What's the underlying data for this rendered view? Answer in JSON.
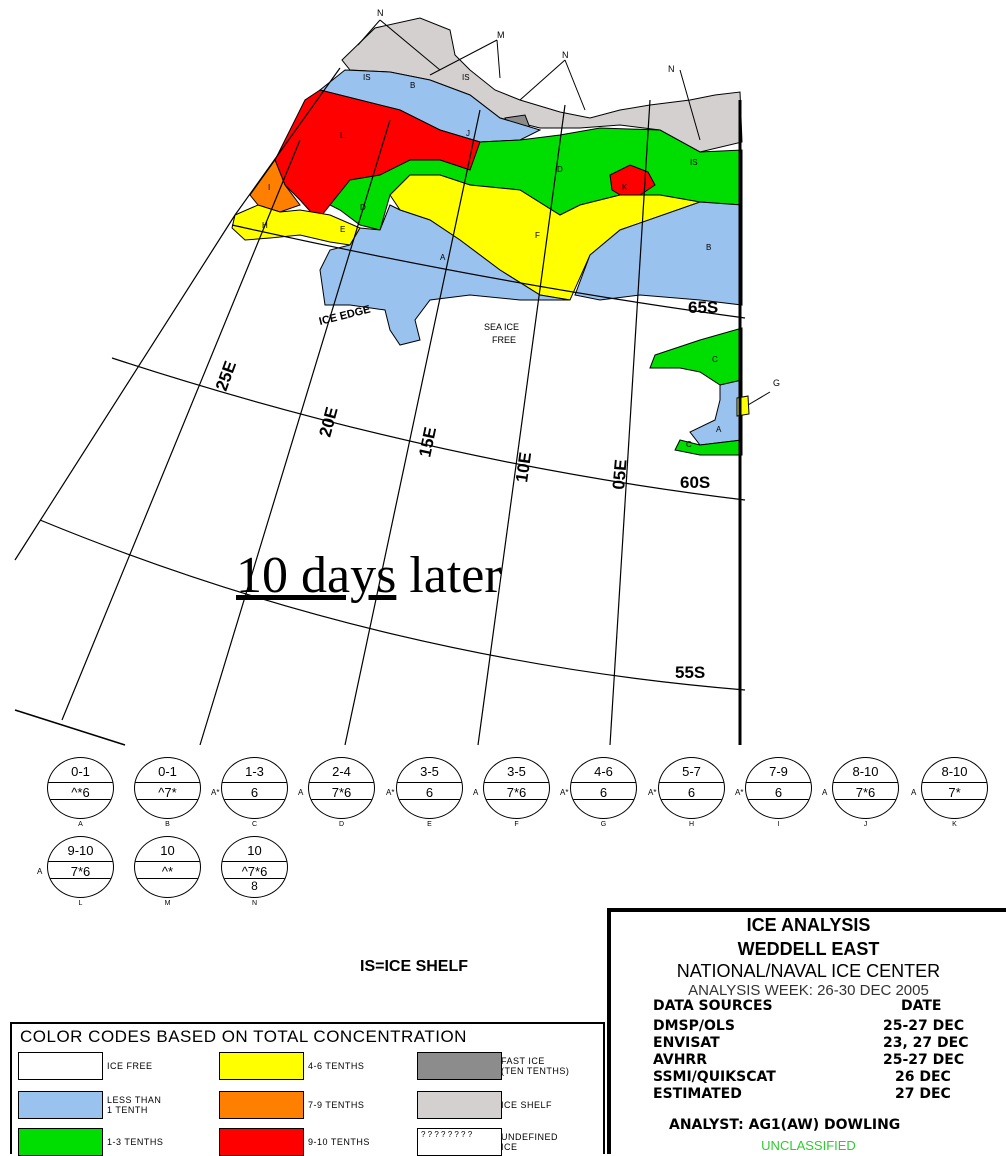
{
  "overlay": {
    "part1": "10 days",
    "part2": " later"
  },
  "map": {
    "longitude_labels": [
      "25E",
      "20E",
      "15E",
      "10E",
      "05E"
    ],
    "latitude_labels": [
      "65S",
      "60S",
      "55S"
    ],
    "annotations": {
      "ice_edge": "ICE EDGE",
      "sea_ice_free_1": "SEA ICE",
      "sea_ice_free_2": "FREE",
      "callout_n": "N",
      "callout_m": "M",
      "callout_g": "G",
      "is": "IS"
    },
    "region_letters": [
      "L",
      "J",
      "B",
      "I",
      "H",
      "D",
      "E",
      "A",
      "F",
      "D",
      "K",
      "B",
      "C",
      "A",
      "C"
    ]
  },
  "egg_codes": [
    {
      "top": "0-1",
      "mid": "^*6",
      "pref": "",
      "extra": "",
      "letter": "A"
    },
    {
      "top": "0-1",
      "mid": "^7*",
      "pref": "",
      "extra": "",
      "letter": "B"
    },
    {
      "top": "1-3",
      "mid": "6",
      "pref": "A*",
      "extra": "",
      "letter": "C"
    },
    {
      "top": "2-4",
      "mid": "7*6",
      "pref": "A",
      "extra": "",
      "letter": "D"
    },
    {
      "top": "3-5",
      "mid": "6",
      "pref": "A*",
      "extra": "",
      "letter": "E"
    },
    {
      "top": "3-5",
      "mid": "7*6",
      "pref": "A",
      "extra": "",
      "letter": "F"
    },
    {
      "top": "4-6",
      "mid": "6",
      "pref": "A*",
      "extra": "",
      "letter": "G"
    },
    {
      "top": "5-7",
      "mid": "6",
      "pref": "A*",
      "extra": "",
      "letter": "H"
    },
    {
      "top": "7-9",
      "mid": "6",
      "pref": "A*",
      "extra": "",
      "letter": "I"
    },
    {
      "top": "8-10",
      "mid": "7*6",
      "pref": "A",
      "extra": "",
      "letter": "J"
    },
    {
      "top": "8-10",
      "mid": "7*",
      "pref": "A",
      "extra": "",
      "letter": "K"
    },
    {
      "top": "9-10",
      "mid": "7*6",
      "pref": "A",
      "extra": "",
      "letter": "L"
    },
    {
      "top": "10",
      "mid": "^*",
      "pref": "",
      "extra": "",
      "letter": "M"
    },
    {
      "top": "10",
      "mid": "^7*6",
      "pref": "",
      "extra": "8",
      "letter": "N"
    }
  ],
  "is_label": "IS=ICE SHELF",
  "info": {
    "title1": "ICE ANALYSIS",
    "title2": "WEDDELL EAST",
    "center": "NATIONAL/NAVAL ICE CENTER",
    "week": "ANALYSIS WEEK:  26-30 DEC 2005",
    "ds_header": "DATA SOURCES",
    "date_header": "DATE",
    "sources": [
      {
        "name": "DMSP/OLS",
        "date": "25-27 DEC"
      },
      {
        "name": "ENVISAT",
        "date": "23, 27 DEC"
      },
      {
        "name": "AVHRR",
        "date": "25-27 DEC"
      },
      {
        "name": "SSMI/QUIKSCAT",
        "date": "26 DEC"
      },
      {
        "name": "ESTIMATED",
        "date": "27 DEC"
      }
    ],
    "analyst": "ANALYST:  AG1(AW) DOWLING",
    "classification": "UNCLASSIFIED"
  },
  "legend": {
    "title": "COLOR CODES BASED ON TOTAL CONCENTRATION",
    "items": [
      {
        "label": "ICE FREE",
        "color": "#ffffff"
      },
      {
        "label": "LESS THAN\n1 TENTH",
        "color": "#99c2ee"
      },
      {
        "label": "1-3 TENTHS",
        "color": "#00dd00"
      },
      {
        "label": "4-6 TENTHS",
        "color": "#ffff00"
      },
      {
        "label": "7-9 TENTHS",
        "color": "#ff7f00"
      },
      {
        "label": "9-10 TENTHS",
        "color": "#ff0000"
      },
      {
        "label": "FAST ICE\n(TEN TENTHS)",
        "color": "#8c8c8c"
      },
      {
        "label": "ICE SHELF",
        "color": "#d4d0d0"
      },
      {
        "label": "UNDEFINED\nICE",
        "color": "#ffffff"
      }
    ],
    "undefined_pattern": "? ? ? ?"
  }
}
